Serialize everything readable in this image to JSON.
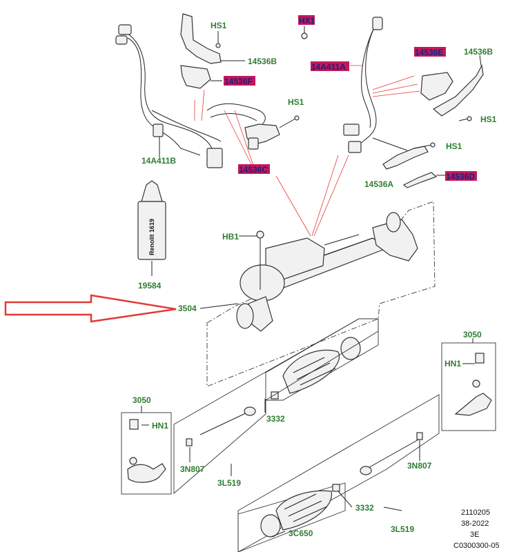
{
  "labels": {
    "hs1_top": "HS1",
    "p14536b_left": "14536B",
    "p14536f_left": "14536F",
    "p14a411b": "14A411B",
    "hs1_mid": "HS1",
    "p14536c": "14536C",
    "hx1": "HX1",
    "p14a411a": "14A411A",
    "p14536e": "14536E",
    "p14536b_right": "14536B",
    "hs1_right": "HS1",
    "hs1_lower": "HS1",
    "p14536a": "14536A",
    "p14536d": "14536D",
    "hb1": "HB1",
    "p19584": "19584",
    "tube_text": "Renolit 1619",
    "p3504": "3504",
    "p3050_right": "3050",
    "hn1_right": "HN1",
    "p3050_left": "3050",
    "hn1_left": "HN1",
    "p3332_upper": "3332",
    "p3n807_left": "3N807",
    "p3l519_left": "3L519",
    "p3n807_right": "3N807",
    "p3332_lower": "3332",
    "p3c650": "3C650",
    "p3l519_right": "3L519"
  },
  "footer": {
    "line1": "2110205",
    "line2": "38-2022",
    "line3": "3E",
    "line4": "C0300300-05"
  },
  "colors": {
    "label_green": "#2e7d32",
    "highlight_magenta": "#c2185b",
    "highlight_text": "#1a237e",
    "arrow_red": "#e53935"
  }
}
